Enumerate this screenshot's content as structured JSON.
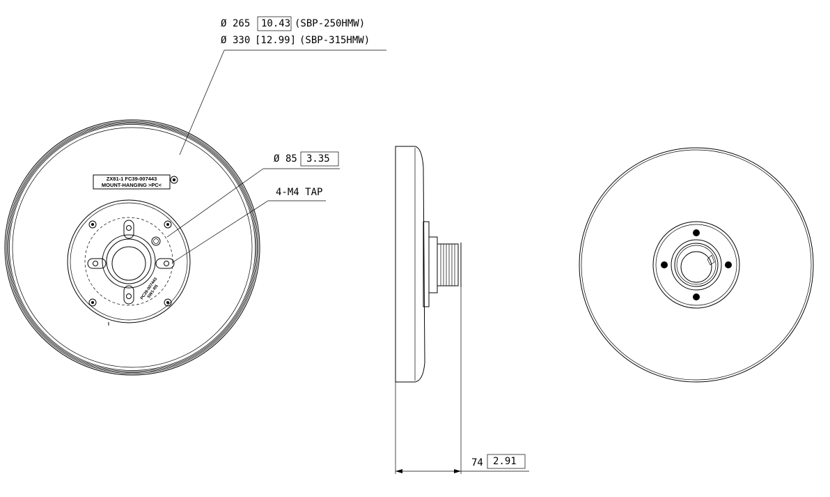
{
  "dimensions": {
    "outer_diameter_a": {
      "symbol": "Ø",
      "mm": "265",
      "inch": "10.43",
      "model": "(SBP-250HMW)"
    },
    "outer_diameter_b": {
      "symbol": "Ø",
      "mm": "330",
      "inch": "[12.99]",
      "model": "(SBP-315HMW)"
    },
    "bolt_circle": {
      "symbol": "Ø",
      "mm": "85",
      "inch": "3.35"
    },
    "tap": {
      "label": "4-M4 TAP"
    },
    "depth": {
      "mm": "74",
      "inch": "2.91"
    }
  },
  "product_label": {
    "line1": "ZX81-1 FC39-007443",
    "line2": "MOUNT-HANGING >PC<"
  },
  "stamp": {
    "line1": "PC39-007443",
    "line2": "5W1-R5"
  }
}
